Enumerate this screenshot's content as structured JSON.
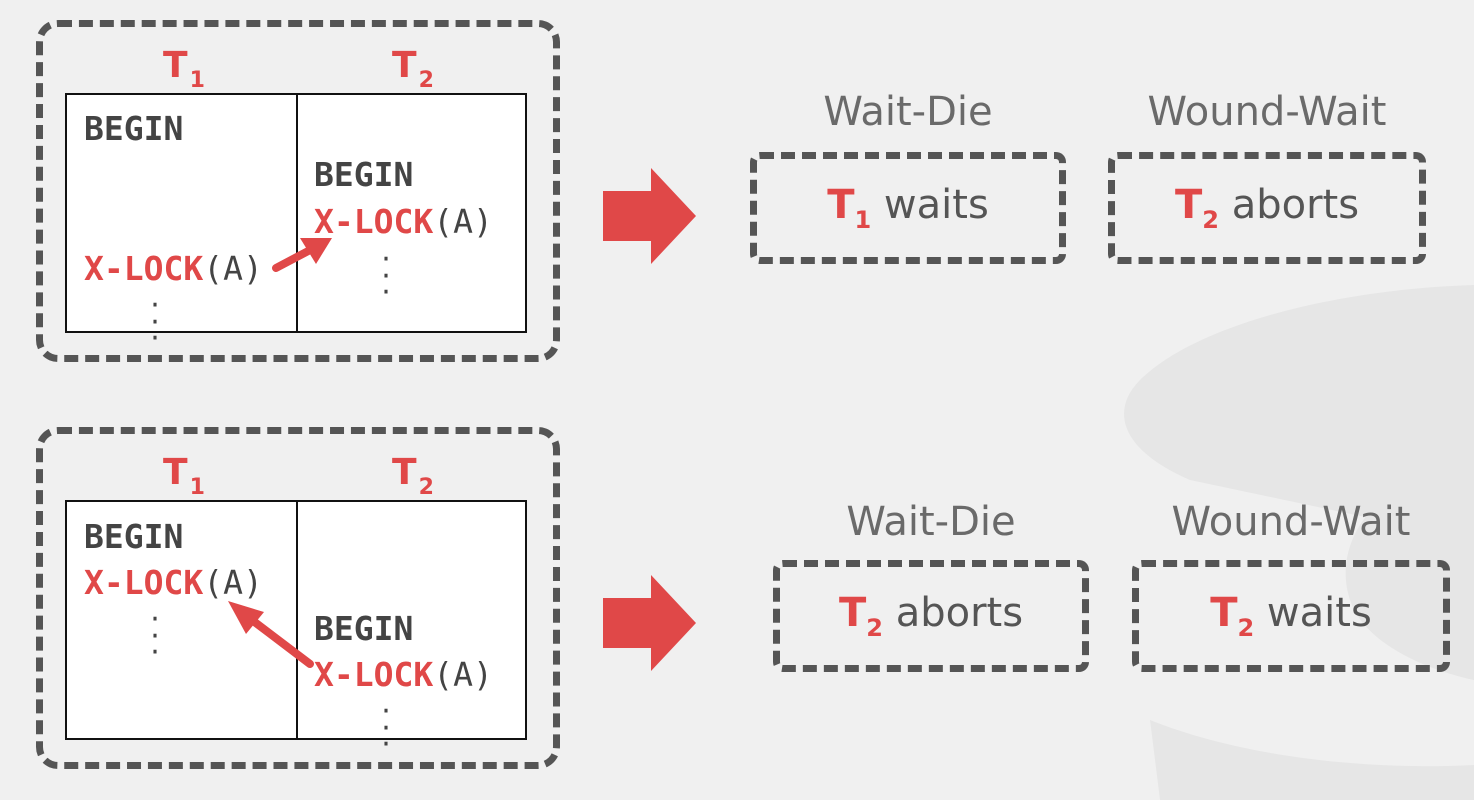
{
  "colors": {
    "accent": "#e04848",
    "text": "#555555",
    "border": "#555555",
    "background": "#f0f0f0"
  },
  "transactions": {
    "t1": {
      "base": "T",
      "sub": "1"
    },
    "t2": {
      "base": "T",
      "sub": "2"
    }
  },
  "schedule1": {
    "t1_begin": "BEGIN",
    "t1_lock": "X-LOCK",
    "t1_lock_arg": "(A)",
    "t2_begin": "BEGIN",
    "t2_lock": "X-LOCK",
    "t2_lock_arg": "(A)"
  },
  "schedule2": {
    "t1_begin": "BEGIN",
    "t1_lock": "X-LOCK",
    "t1_lock_arg": "(A)",
    "t2_begin": "BEGIN",
    "t2_lock": "X-LOCK",
    "t2_lock_arg": "(A)"
  },
  "results1": {
    "wait_die": {
      "title": "Wait-Die",
      "tx": "T",
      "sub": "1",
      "action": "waits"
    },
    "wound_wait": {
      "title": "Wound-Wait",
      "tx": "T",
      "sub": "2",
      "action": "aborts"
    }
  },
  "results2": {
    "wait_die": {
      "title": "Wait-Die",
      "tx": "T",
      "sub": "2",
      "action": "aborts"
    },
    "wound_wait": {
      "title": "Wound-Wait",
      "tx": "T",
      "sub": "2",
      "action": "waits"
    }
  }
}
